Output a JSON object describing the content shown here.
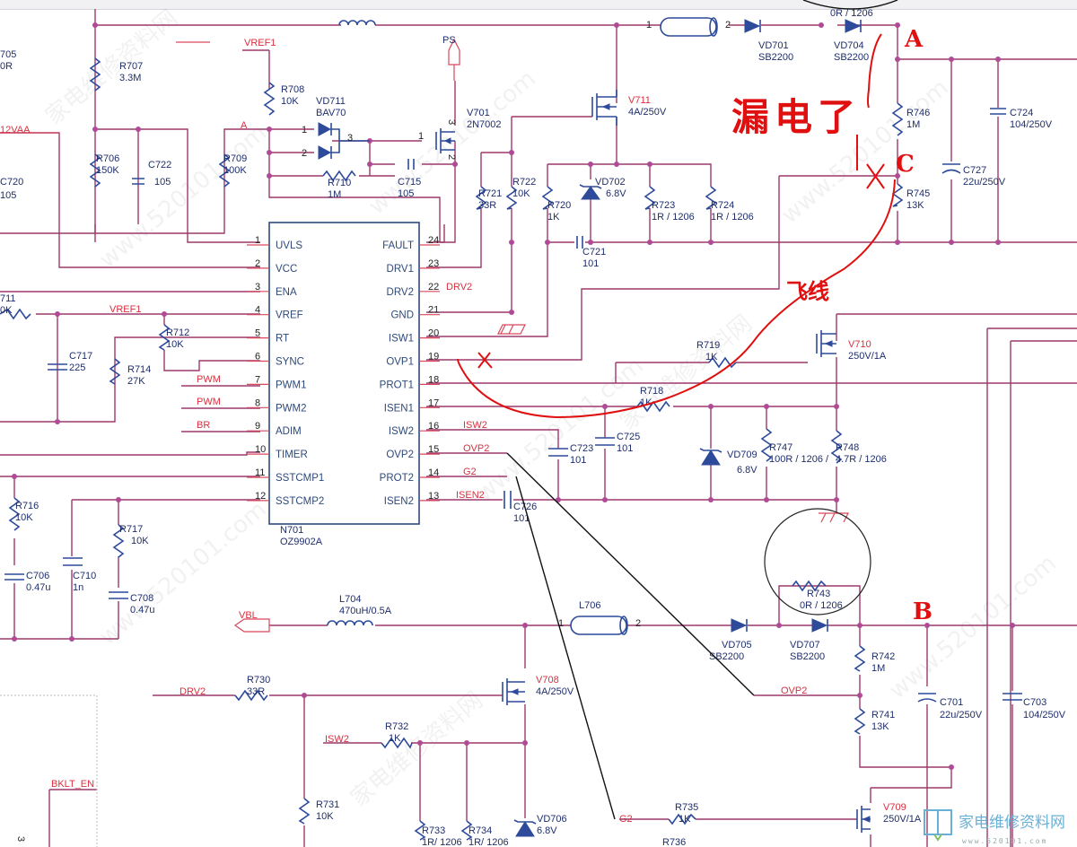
{
  "ic": {
    "ref": "N701",
    "part": "OZ9902A",
    "left_pins": [
      {
        "num": "1",
        "name": "UVLS"
      },
      {
        "num": "2",
        "name": "VCC"
      },
      {
        "num": "3",
        "name": "ENA"
      },
      {
        "num": "4",
        "name": "VREF"
      },
      {
        "num": "5",
        "name": "RT"
      },
      {
        "num": "6",
        "name": "SYNC"
      },
      {
        "num": "7",
        "name": "PWM1"
      },
      {
        "num": "8",
        "name": "PWM2"
      },
      {
        "num": "9",
        "name": "ADIM"
      },
      {
        "num": "10",
        "name": "TIMER"
      },
      {
        "num": "11",
        "name": "SSTCMP1"
      },
      {
        "num": "12",
        "name": "SSTCMP2"
      }
    ],
    "right_pins": [
      {
        "num": "24",
        "name": "FAULT"
      },
      {
        "num": "23",
        "name": "DRV1"
      },
      {
        "num": "22",
        "name": "DRV2"
      },
      {
        "num": "21",
        "name": "GND"
      },
      {
        "num": "20",
        "name": "ISW1"
      },
      {
        "num": "19",
        "name": "OVP1"
      },
      {
        "num": "18",
        "name": "PROT1"
      },
      {
        "num": "17",
        "name": "ISEN1"
      },
      {
        "num": "16",
        "name": "ISW2"
      },
      {
        "num": "15",
        "name": "OVP2"
      },
      {
        "num": "14",
        "name": "PROT2"
      },
      {
        "num": "13",
        "name": "ISEN2"
      }
    ]
  },
  "nets": {
    "vref1_top": "VREF1",
    "a_net": "A",
    "v12vaa": "12VAA",
    "ps": "PS",
    "vref1_left": "VREF1",
    "pwm1": "PWM",
    "pwm2": "PWM",
    "br": "BR",
    "drv2_ic": "DRV2",
    "isw2_ic": "ISW2",
    "ovp2_ic": "OVP2",
    "g2_ic": "G2",
    "isen2_ic": "ISEN2",
    "vbl": "VBL",
    "drv2_bot": "DRV2",
    "isw2_bot": "ISW2",
    "bklt_en": "BKLT_EN",
    "ovp2_right": "OVP2",
    "g2_bot": "G2"
  },
  "components": {
    "r705": {
      "ref": "705",
      "val": "0R"
    },
    "r707": {
      "ref": "R707",
      "val": "3.3M"
    },
    "r708": {
      "ref": "R708",
      "val": "10K"
    },
    "vd711": {
      "ref": "VD711",
      "val": "BAV70"
    },
    "v701": {
      "ref": "V701",
      "val": "2N7002"
    },
    "v711": {
      "ref": "V711",
      "val": "4A/250V"
    },
    "r706": {
      "ref": "R706",
      "val": "150K"
    },
    "c722": {
      "ref": "C722",
      "val": "105"
    },
    "r709": {
      "ref": "R709",
      "val": "100K"
    },
    "c720": {
      "ref": "C720",
      "val": "105"
    },
    "r710": {
      "ref": "R710",
      "val": "1M"
    },
    "c715": {
      "ref": "C715",
      "val": "105"
    },
    "r721": {
      "ref": "R721",
      "val": "33R"
    },
    "r722": {
      "ref": "R722",
      "val": "10K"
    },
    "r720": {
      "ref": "R720",
      "val": "1K"
    },
    "vd702": {
      "ref": "VD702",
      "val": "6.8V"
    },
    "r723": {
      "ref": "R723",
      "val": "1R / 1206"
    },
    "r724": {
      "ref": "R724",
      "val": "1R / 1206"
    },
    "c721": {
      "ref": "C721",
      "val": "101"
    },
    "vd701": {
      "ref": "VD701",
      "val": "SB2200"
    },
    "vd704": {
      "ref": "VD704",
      "val": "SB2200"
    },
    "r744": {
      "val": "0R / 1206"
    },
    "r746": {
      "ref": "R746",
      "val": "1M"
    },
    "r745": {
      "ref": "R745",
      "val": "13K"
    },
    "c727": {
      "ref": "C727",
      "val": "22u/250V"
    },
    "c724": {
      "ref": "C724",
      "val": "104/250V"
    },
    "r711": {
      "ref": "711",
      "val": "0K"
    },
    "c717": {
      "ref": "C717",
      "val": "225"
    },
    "r712": {
      "ref": "R712",
      "val": "10K"
    },
    "r714": {
      "ref": "R714",
      "val": "27K"
    },
    "r719": {
      "ref": "R719",
      "val": "1K"
    },
    "v710": {
      "ref": "V710",
      "val": "250V/1A"
    },
    "r718": {
      "ref": "R718",
      "val": "1K"
    },
    "c723": {
      "ref": "C723",
      "val": "101"
    },
    "c725": {
      "ref": "C725",
      "val": "101"
    },
    "vd709": {
      "ref": "VD709",
      "val": "6.8V"
    },
    "r747": {
      "ref": "R747",
      "val": "100R / 1206 /"
    },
    "r748": {
      "ref": "R748",
      "val": "4.7R / 1206"
    },
    "c726": {
      "ref": "C726",
      "val": "101"
    },
    "r716": {
      "ref": "R716",
      "val": "10K"
    },
    "r717": {
      "ref": "R717",
      "val": "10K"
    },
    "c706": {
      "ref": "C706",
      "val": "0.47u"
    },
    "c710": {
      "ref": "C710",
      "val": "1n"
    },
    "c708": {
      "ref": "C708",
      "val": "0.47u"
    },
    "l704": {
      "ref": "L704",
      "val": "470uH/0.5A"
    },
    "l706": {
      "ref": "L706"
    },
    "vd705": {
      "ref": "VD705",
      "val": "SB2200"
    },
    "vd707": {
      "ref": "VD707",
      "val": "SB2200"
    },
    "r743": {
      "ref": "R743",
      "val": "0R / 1206"
    },
    "r742": {
      "ref": "R742",
      "val": "1M"
    },
    "r741": {
      "ref": "R741",
      "val": "13K"
    },
    "c701": {
      "ref": "C701",
      "val": "22u/250V"
    },
    "c703": {
      "ref": "C703",
      "val": "104/250V"
    },
    "r730": {
      "ref": "R730",
      "val": "33R"
    },
    "v708": {
      "ref": "V708",
      "val": "4A/250V"
    },
    "r732": {
      "ref": "R732",
      "val": "1K"
    },
    "r731": {
      "ref": "R731",
      "val": "10K"
    },
    "r733": {
      "ref": "R733",
      "val": "1R/ 1206"
    },
    "r734": {
      "ref": "R734",
      "val": "1R/ 1206"
    },
    "vd706": {
      "ref": "VD706",
      "val": "6.8V"
    },
    "r735": {
      "ref": "R735",
      "val": "1K"
    },
    "r736": {
      "ref": "R736"
    },
    "v709": {
      "ref": "V709",
      "val": "250V/1A"
    }
  },
  "pin_numbers": {
    "l_pin1": "1",
    "l_pin2": "2",
    "vd711_1": "1",
    "vd711_2": "2",
    "vd711_3": "3",
    "v701_g": "1",
    "v701_d": "3",
    "v701_s": "2",
    "l706_1": "1",
    "l706_2": "2",
    "bklt_pin": "3"
  },
  "annotations": {
    "leak": "漏电了",
    "point_a": "A",
    "point_b": "B",
    "point_c": "C",
    "jumper": "飞线"
  },
  "watermark": {
    "site_cn": "家电维修资料网",
    "site_url": "www.520101.com",
    "wm_text": "家电维修资料网",
    "wm_url": "www.520101.com"
  }
}
